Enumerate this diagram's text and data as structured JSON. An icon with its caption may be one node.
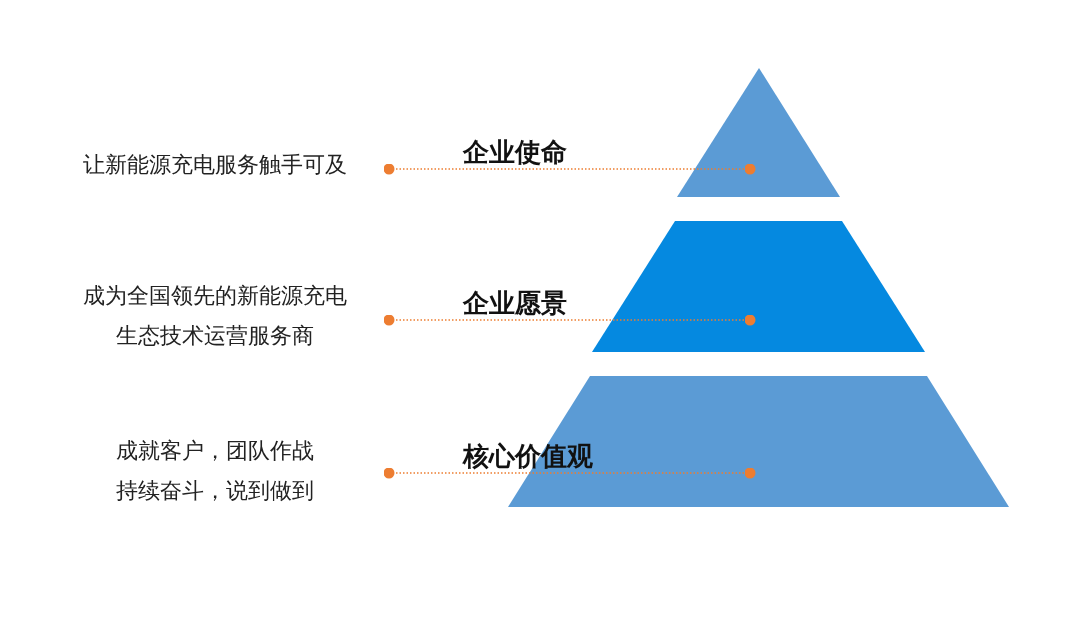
{
  "diagram": {
    "nodes": [
      {
        "text": [],
        "shape": "triangle"
      },
      {
        "text": [],
        "shape": "trapezoid"
      },
      {
        "text": [],
        "shape": "trapezoid"
      },
      {
        "text": [
          "让新能源充电服务触手可及"
        ]
      },
      {
        "text": [
          "成为全国领先的新能源充电生态技术运营服务商"
        ]
      },
      {
        "text": [
          "成就客户，团队作战持续奋斗，说到做到"
        ]
      }
    ],
    "edges": [
      {
        "from": 3,
        "to": 0,
        "arrow": "other",
        "label": "企业使命",
        "style": "dashed",
        "color": "#ed7d31"
      },
      {
        "from": 4,
        "to": 1,
        "arrow": "other",
        "label": "企业愿景",
        "style": "dashed",
        "color": "#ed7d31"
      },
      {
        "from": 5,
        "to": 2,
        "arrow": "other",
        "label": "核心价值观",
        "style": "dashed",
        "color": "#ed7d31"
      }
    ]
  }
}
